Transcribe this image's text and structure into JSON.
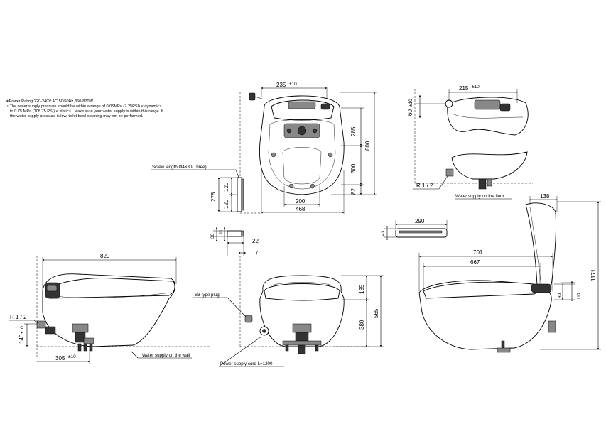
{
  "notes": {
    "line1": "∗Power Rating:220-240V AC,50/60Hz,860-870W",
    "line2": "・The water supply pressure should be within a range of 0.05MPa (7.25PSI) < dynamic>",
    "line3": "to 0.75 MPa (108.75 PSI) < static> . Make sure your water supply is within this range. If",
    "line4": "the water supply pressure is low, toilet bowl cleaning may not be performed."
  },
  "top_view": {
    "dim_235": "235",
    "dim_235_tol": "±10",
    "dim_285": "285",
    "dim_300": "300",
    "dim_82": "82",
    "dim_800": "800",
    "dim_200": "200",
    "dim_468": "468"
  },
  "screw": {
    "label": "Screw length Φ4×30(Three)",
    "dim_278": "278",
    "dim_120a": "120",
    "dim_120b": "120",
    "dim_30": "30",
    "dim_11": "11",
    "dim_22": "22",
    "dim_7": "7"
  },
  "side_top": {
    "dim_215": "215",
    "dim_215_tol": "±10",
    "dim_60": "60",
    "dim_60_tol": "±10",
    "r_label": "R 1 / 2",
    "floor_label": "Water supply on the floor"
  },
  "remote": {
    "dim_290": "290",
    "dim_43": "43"
  },
  "side_left": {
    "dim_820": "820",
    "r_label": "R 1 / 2",
    "dim_140": "140",
    "dim_140_tol": "±10",
    "dim_305": "305",
    "dim_305_tol": "±10",
    "wall_label": "Water supply on the wall"
  },
  "front": {
    "plug_label": "B3-type plug",
    "dim_185": "185",
    "dim_380": "380",
    "dim_565": "565",
    "cord_label": "Power supply cord L=1200"
  },
  "side_right": {
    "dim_138": "138",
    "dim_701": "701",
    "dim_667": "667",
    "dim_89": "89",
    "dim_117": "117",
    "dim_1171": "1171"
  }
}
